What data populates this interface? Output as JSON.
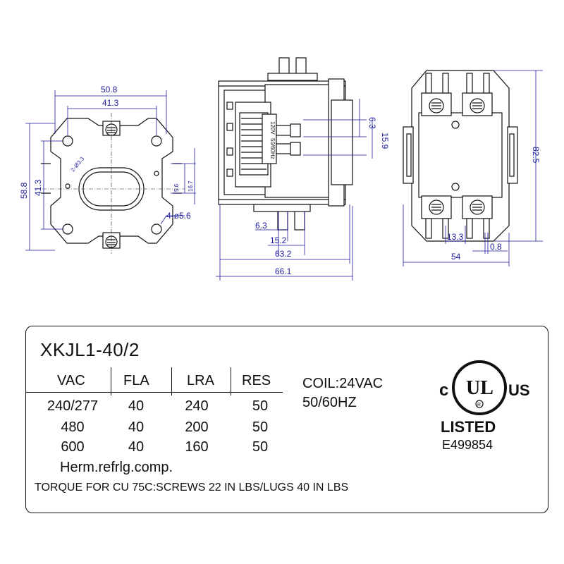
{
  "diagram": {
    "front_view": {
      "dim_top_outer": "50.8",
      "dim_top_inner": "41.3",
      "dim_left_outer": "58.8",
      "dim_left_inner": "41.3",
      "dim_slot_small": "5.6",
      "dim_slot_large": "16.7",
      "dim_hole_small": "2-Ø3.3",
      "dim_holes": "4-ø5.6"
    },
    "side_view": {
      "coil_text_1": "120V",
      "coil_text_2": "50/60Hz",
      "dim_right_top": "6.3",
      "dim_right_mid": "15.9",
      "dim_bottom_1": "6.3",
      "dim_bottom_2": "15.2",
      "dim_bottom_3": "63.2",
      "dim_bottom_4": "66.1"
    },
    "top_view": {
      "dim_height": "82.5",
      "dim_terminal": "13.3",
      "dim_offset": "0.8",
      "dim_width": "54"
    }
  },
  "nameplate": {
    "model": "XKJL1-40/2",
    "headers": [
      "VAC",
      "FLA",
      "LRA",
      "RES"
    ],
    "rows": [
      [
        "240/277",
        "40",
        "240",
        "50"
      ],
      [
        "480",
        "40",
        "200",
        "50"
      ],
      [
        "600",
        "40",
        "160",
        "50"
      ]
    ],
    "coil_line_1": "COIL:24VAC",
    "coil_line_2": "50/60HZ",
    "herm": "Herm.refrlg.comp.",
    "torque": "TORQUE FOR CU 75C:SCREWS 22 IN LBS/LUGS 40 IN LBS",
    "cert": {
      "listed": "LISTED",
      "file_no": "E499854",
      "logo_left": "c",
      "logo_center": "UL",
      "logo_right": "US"
    }
  }
}
